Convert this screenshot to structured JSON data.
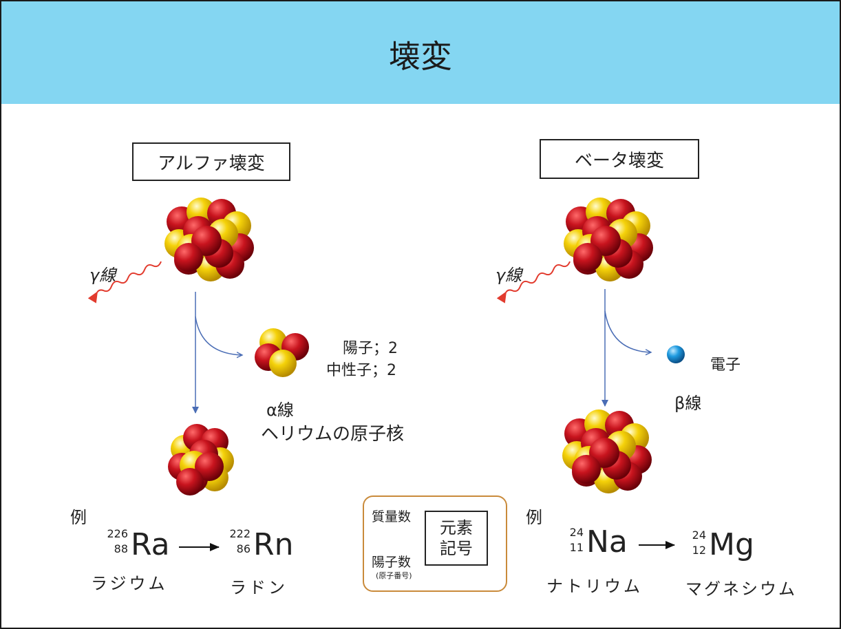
{
  "title": "壊変",
  "alpha": {
    "heading": "アルファ壊変",
    "gamma_label": "γ線",
    "particle_lines": [
      "陽子；2",
      "中性子；2"
    ],
    "ray_label": "α線",
    "ray_desc": "ヘリウムの原子核",
    "example_label": "例",
    "parent": {
      "mass": "226",
      "atomic": "88",
      "symbol": "Ra",
      "name": "ラジウム"
    },
    "daughter": {
      "mass": "222",
      "atomic": "86",
      "symbol": "Rn",
      "name": "ラドン"
    }
  },
  "beta": {
    "heading": "ベータ壊変",
    "gamma_label": "γ線",
    "particle_label": "電子",
    "ray_label": "β線",
    "example_label": "例",
    "parent": {
      "mass": "24",
      "atomic": "11",
      "symbol": "Na",
      "name": "ナトリウム"
    },
    "daughter": {
      "mass": "24",
      "atomic": "12",
      "symbol": "Mg",
      "name": "マグネシウム"
    }
  },
  "legend": {
    "mass_label": "質量数",
    "atomic_label": "陽子数",
    "atomic_note": "(原子番号)",
    "symbol_line1": "元素",
    "symbol_line2": "記号"
  },
  "colors": {
    "header": "#84d6f2",
    "proton": "#c8141e",
    "neutron": "#f5d20a",
    "electron": "#1f9be0",
    "arrow": "#4a6db5",
    "gamma": "#e23b2e",
    "legend_border": "#c98a3a"
  }
}
